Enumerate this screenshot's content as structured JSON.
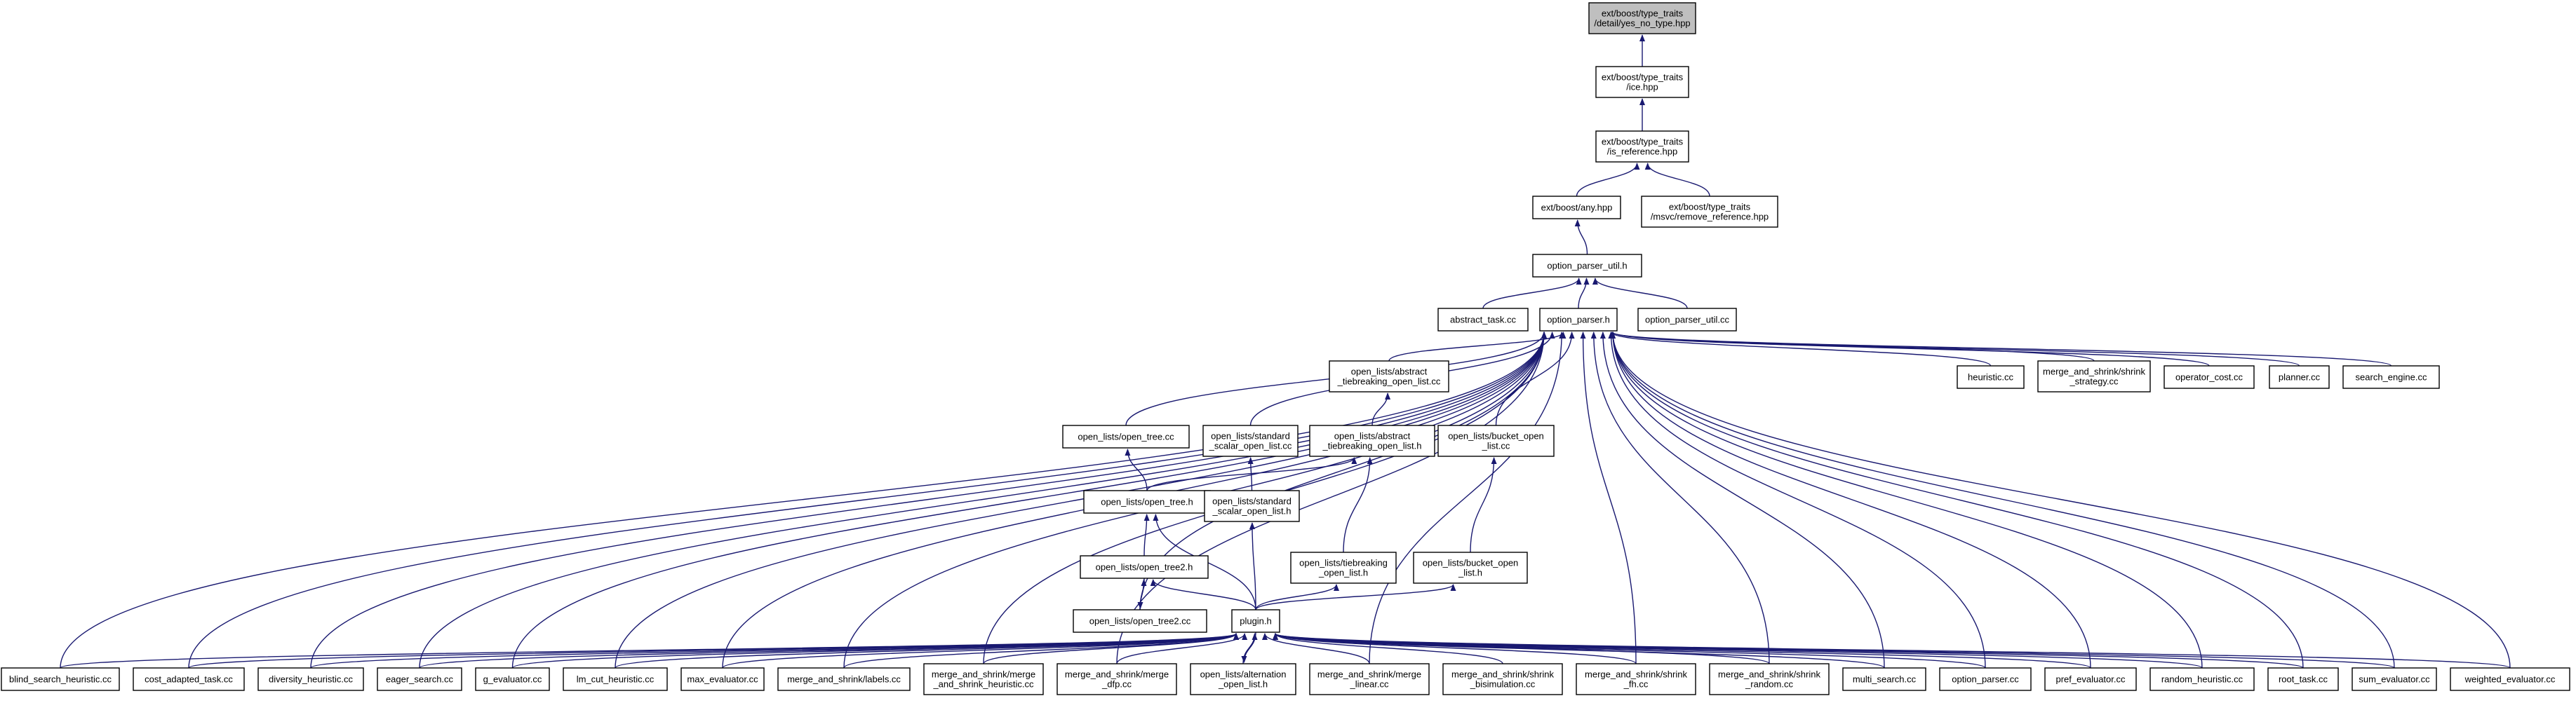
{
  "diagram": {
    "edge_color": "#191970",
    "root_fill": "#bfbfbf",
    "node_fill": "#ffffff",
    "nodes": [
      {
        "id": "yes_no",
        "lines": [
          "ext/boost/type_traits",
          "/detail/yes_no_type.hpp"
        ],
        "root": true
      },
      {
        "id": "ice",
        "lines": [
          "ext/boost/type_traits",
          "/ice.hpp"
        ]
      },
      {
        "id": "is_ref",
        "lines": [
          "ext/boost/type_traits",
          "/is_reference.hpp"
        ]
      },
      {
        "id": "any",
        "lines": [
          "ext/boost/any.hpp"
        ]
      },
      {
        "id": "msvc",
        "lines": [
          "ext/boost/type_traits",
          "/msvc/remove_reference.hpp"
        ]
      },
      {
        "id": "opu_h",
        "lines": [
          "option_parser_util.h"
        ]
      },
      {
        "id": "abstract_task",
        "lines": [
          "abstract_task.cc"
        ]
      },
      {
        "id": "op_h",
        "lines": [
          "option_parser.h"
        ]
      },
      {
        "id": "opu_cc",
        "lines": [
          "option_parser_util.cc"
        ]
      },
      {
        "id": "heuristic",
        "lines": [
          "heuristic.cc"
        ]
      },
      {
        "id": "ms_strategy",
        "lines": [
          "merge_and_shrink/shrink",
          "_strategy.cc"
        ]
      },
      {
        "id": "operator_cost",
        "lines": [
          "operator_cost.cc"
        ]
      },
      {
        "id": "planner",
        "lines": [
          "planner.cc"
        ]
      },
      {
        "id": "search_engine",
        "lines": [
          "search_engine.cc"
        ]
      },
      {
        "id": "abs_tb_cc",
        "lines": [
          "open_lists/abstract",
          "_tiebreaking_open_list.cc"
        ]
      },
      {
        "id": "open_tree_cc",
        "lines": [
          "open_lists/open_tree.cc"
        ]
      },
      {
        "id": "std_scalar_cc",
        "lines": [
          "open_lists/standard",
          "_scalar_open_list.cc"
        ]
      },
      {
        "id": "abs_tb_h",
        "lines": [
          "open_lists/abstract",
          "_tiebreaking_open_list.h"
        ]
      },
      {
        "id": "bucket_cc",
        "lines": [
          "open_lists/bucket_open",
          "_list.cc"
        ]
      },
      {
        "id": "open_tree_h",
        "lines": [
          "open_lists/open_tree.h"
        ]
      },
      {
        "id": "std_scalar_h",
        "lines": [
          "open_lists/standard",
          "_scalar_open_list.h"
        ]
      },
      {
        "id": "open_tree2_h",
        "lines": [
          "open_lists/open_tree2.h"
        ]
      },
      {
        "id": "tiebreak_h",
        "lines": [
          "open_lists/tiebreaking",
          "_open_list.h"
        ]
      },
      {
        "id": "bucket_h",
        "lines": [
          "open_lists/bucket_open",
          "_list.h"
        ]
      },
      {
        "id": "open_tree2_cc",
        "lines": [
          "open_lists/open_tree2.cc"
        ]
      },
      {
        "id": "plugin_h",
        "lines": [
          "plugin.h"
        ]
      },
      {
        "id": "blind",
        "lines": [
          "blind_search_heuristic.cc"
        ]
      },
      {
        "id": "cost_adapted",
        "lines": [
          "cost_adapted_task.cc"
        ]
      },
      {
        "id": "diversity",
        "lines": [
          "diversity_heuristic.cc"
        ]
      },
      {
        "id": "eager",
        "lines": [
          "eager_search.cc"
        ]
      },
      {
        "id": "g_eval",
        "lines": [
          "g_evaluator.cc"
        ]
      },
      {
        "id": "lm_cut",
        "lines": [
          "lm_cut_heuristic.cc"
        ]
      },
      {
        "id": "max_eval",
        "lines": [
          "max_evaluator.cc"
        ]
      },
      {
        "id": "ms_labels",
        "lines": [
          "merge_and_shrink/labels.cc"
        ]
      },
      {
        "id": "ms_heur",
        "lines": [
          "merge_and_shrink/merge",
          "_and_shrink_heuristic.cc"
        ]
      },
      {
        "id": "ms_dfp",
        "lines": [
          "merge_and_shrink/merge",
          "_dfp.cc"
        ]
      },
      {
        "id": "alt_h",
        "lines": [
          "open_lists/alternation",
          "_open_list.h"
        ]
      },
      {
        "id": "ms_linear",
        "lines": [
          "merge_and_shrink/merge",
          "_linear.cc"
        ]
      },
      {
        "id": "ms_bisim",
        "lines": [
          "merge_and_shrink/shrink",
          "_bisimulation.cc"
        ]
      },
      {
        "id": "ms_fh",
        "lines": [
          "merge_and_shrink/shrink",
          "_fh.cc"
        ]
      },
      {
        "id": "ms_random",
        "lines": [
          "merge_and_shrink/shrink",
          "_random.cc"
        ]
      },
      {
        "id": "multi_search",
        "lines": [
          "multi_search.cc"
        ]
      },
      {
        "id": "op_cc",
        "lines": [
          "option_parser.cc"
        ]
      },
      {
        "id": "pref_eval",
        "lines": [
          "pref_evaluator.cc"
        ]
      },
      {
        "id": "random_heur",
        "lines": [
          "random_heuristic.cc"
        ]
      },
      {
        "id": "root_task",
        "lines": [
          "root_task.cc"
        ]
      },
      {
        "id": "sum_eval",
        "lines": [
          "sum_evaluator.cc"
        ]
      },
      {
        "id": "weighted_eval",
        "lines": [
          "weighted_evaluator.cc"
        ]
      }
    ],
    "edges": [
      [
        "ice",
        "yes_no"
      ],
      [
        "is_ref",
        "ice"
      ],
      [
        "any",
        "is_ref"
      ],
      [
        "msvc",
        "is_ref"
      ],
      [
        "opu_h",
        "any"
      ],
      [
        "abstract_task",
        "opu_h"
      ],
      [
        "op_h",
        "opu_h"
      ],
      [
        "opu_cc",
        "opu_h"
      ],
      [
        "heuristic",
        "op_h"
      ],
      [
        "ms_strategy",
        "op_h"
      ],
      [
        "operator_cost",
        "op_h"
      ],
      [
        "planner",
        "op_h"
      ],
      [
        "search_engine",
        "op_h"
      ],
      [
        "abs_tb_cc",
        "op_h"
      ],
      [
        "open_tree_cc",
        "op_h"
      ],
      [
        "std_scalar_cc",
        "op_h"
      ],
      [
        "bucket_cc",
        "op_h"
      ],
      [
        "open_tree2_cc",
        "op_h"
      ],
      [
        "blind",
        "op_h"
      ],
      [
        "cost_adapted",
        "op_h"
      ],
      [
        "diversity",
        "op_h"
      ],
      [
        "eager",
        "op_h"
      ],
      [
        "g_eval",
        "op_h"
      ],
      [
        "lm_cut",
        "op_h"
      ],
      [
        "max_eval",
        "op_h"
      ],
      [
        "ms_labels",
        "op_h"
      ],
      [
        "ms_heur",
        "op_h"
      ],
      [
        "ms_dfp",
        "op_h"
      ],
      [
        "ms_linear",
        "op_h"
      ],
      [
        "ms_fh",
        "op_h"
      ],
      [
        "ms_random",
        "op_h"
      ],
      [
        "multi_search",
        "op_h"
      ],
      [
        "op_cc",
        "op_h"
      ],
      [
        "pref_eval",
        "op_h"
      ],
      [
        "random_heur",
        "op_h"
      ],
      [
        "root_task",
        "op_h"
      ],
      [
        "sum_eval",
        "op_h"
      ],
      [
        "weighted_eval",
        "op_h"
      ],
      [
        "abs_tb_h",
        "abs_tb_cc"
      ],
      [
        "open_tree_h",
        "open_tree_cc"
      ],
      [
        "std_scalar_h",
        "std_scalar_cc"
      ],
      [
        "open_tree_h",
        "abs_tb_h"
      ],
      [
        "tiebreak_h",
        "abs_tb_h"
      ],
      [
        "bucket_h",
        "bucket_cc"
      ],
      [
        "open_tree2_h",
        "open_tree_h"
      ],
      [
        "plugin_h",
        "open_tree_h"
      ],
      [
        "plugin_h",
        "std_scalar_h"
      ],
      [
        "open_tree2_cc",
        "open_tree2_h"
      ],
      [
        "plugin_h",
        "open_tree2_h"
      ],
      [
        "open_tree2_h",
        "open_tree2_cc"
      ],
      [
        "plugin_h",
        "tiebreak_h"
      ],
      [
        "plugin_h",
        "bucket_h"
      ],
      [
        "alt_h",
        "plugin_h"
      ],
      [
        "plugin_h",
        "alt_h"
      ],
      [
        "blind",
        "plugin_h"
      ],
      [
        "cost_adapted",
        "plugin_h"
      ],
      [
        "diversity",
        "plugin_h"
      ],
      [
        "eager",
        "plugin_h"
      ],
      [
        "g_eval",
        "plugin_h"
      ],
      [
        "lm_cut",
        "plugin_h"
      ],
      [
        "max_eval",
        "plugin_h"
      ],
      [
        "ms_labels",
        "plugin_h"
      ],
      [
        "ms_heur",
        "plugin_h"
      ],
      [
        "ms_dfp",
        "plugin_h"
      ],
      [
        "ms_linear",
        "plugin_h"
      ],
      [
        "ms_bisim",
        "plugin_h"
      ],
      [
        "ms_fh",
        "plugin_h"
      ],
      [
        "ms_random",
        "plugin_h"
      ],
      [
        "multi_search",
        "plugin_h"
      ],
      [
        "op_cc",
        "plugin_h"
      ],
      [
        "pref_eval",
        "plugin_h"
      ],
      [
        "random_heur",
        "plugin_h"
      ],
      [
        "root_task",
        "plugin_h"
      ],
      [
        "sum_eval",
        "plugin_h"
      ],
      [
        "weighted_eval",
        "plugin_h"
      ]
    ]
  }
}
